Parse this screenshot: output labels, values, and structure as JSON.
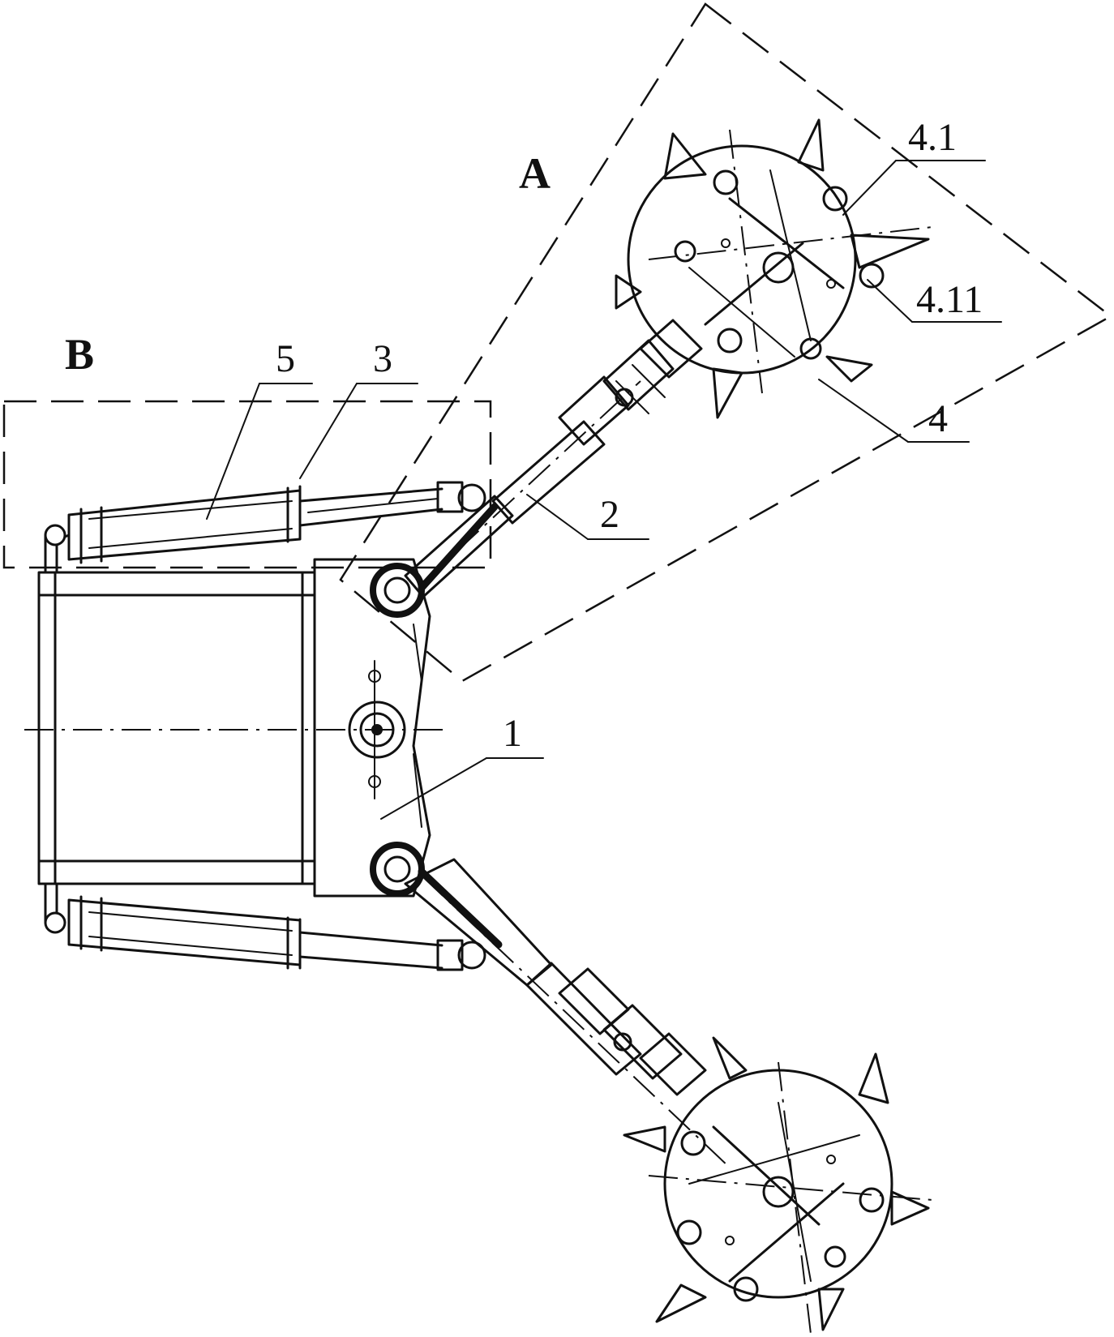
{
  "regions": {
    "A": "A",
    "B": "B"
  },
  "callouts": {
    "c1": "1",
    "c2": "2",
    "c3": "3",
    "c4": "4",
    "c41": "4.1",
    "c411": "4.11",
    "c5": "5"
  },
  "colors": {
    "line": "#111111",
    "background": "#ffffff"
  }
}
